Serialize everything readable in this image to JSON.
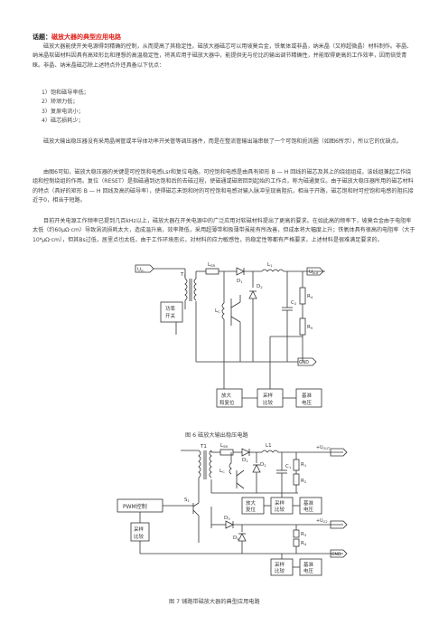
{
  "title": {
    "prefix": "话题：",
    "main": "磁放大器的典型应用电路"
  },
  "intro": [
    "磁放大器能使开关电源得到精确的控制，从而提高了其稳定性。磁放大器磁芯可以用坡莫合金，铁氧体或非晶，纳米晶（又称超微晶）材料制作。非晶、纳米晶软磁材料因具有高矩形比和理想的高温稳定性，将其应用于磁放大器中，能提供无与伦比的输出调节精确性，并能取得更高的工作效率，因而倍受青睐。非晶、纳米晶磁芯除上述特点外还具备以下优点："
  ],
  "advantages": [
    "1）饱和磁导率低；",
    "2）矫顽力低；",
    "3）复原电流小；",
    "4）磁芯损耗少；"
  ],
  "para2": "磁放大输出稳压器没有采用晶闸管或半导体功率开关管等调压器件，而是在整流管输出端串联了一个可饱和扼流圈（如图6所示），所以它的优缺点。",
  "para3": "由图6可知，磁放大稳压器的关键是可控饱和电感Lsr和复位电路。可控饱和电感是由具有矩形 B — H 回线的磁芯及其上的绕组组成，该线组兼起工作绕组和控制绕组的作用。复位（RESET）是指磁通到达饱和后的去磁过程，使磁通或磁密回到起始的工作点，称为磁通复位。由于磁放大稳压器所用的磁芯材料的特点（具好的矩形 B — H 回线及高的磁导率），使得磁芯未饱和时的可控饱和电感对输入脉冲呈现高阻抗，相当于开路，磁芯饱和时可控饱和电感的阻抗接近于0，相当于短路。",
  "para4": "目前开关电源工作频率已提到几百kHz以上，磁放大器在开关电源中的广泛应用对软磁材料提出了更高的要求。在如此高的频率下，坡莫合金由于电阻率太低（约60μΩ·cm）导致涡流损耗太大，造成温升高，效率降低，采用超薄带和极薄带虽能有所改善，但成本将大幅度上升；铁氧体具有很高的电阻率（大于10⁶μΩ·cm），但其Bs过低，居里点也太低，由于工作环境恶劣，对材料的应力敏感性，热稳定性等都有严格要求，上述材料是很难满足要求的。",
  "fig6": {
    "caption": "图 6  磁放大输出稳压电路",
    "labels": {
      "uin": "U",
      "uin_sub": "in",
      "uout": "U",
      "uout_sub": "out",
      "t1": "T",
      "t1_sub": "1",
      "lsr": "L",
      "lsr_sub": "SR",
      "l1": "L",
      "l1_sub": "1",
      "d1": "D",
      "d1_sub": "1",
      "d2": "D",
      "d2_sub": "2",
      "c2": "C",
      "c2_sub": "2",
      "r4": "R",
      "r4_sub": "4",
      "r5": "R",
      "r5_sub": "5",
      "lc": "L",
      "lc_sub": "C",
      "switch1": "功率",
      "switch2": "开关",
      "amp1": "放大",
      "amp2": "和复位",
      "cmp1": "采样",
      "cmp2": "比较",
      "ref1": "基准",
      "ref2": "电压",
      "gnd": "GND"
    }
  },
  "fig7": {
    "caption": "图 7  铺路带磁放大器的典型应用电路",
    "labels": {
      "t1": "T1",
      "s1": "S",
      "s1_sub": "1",
      "pwm": "PWM控制",
      "cmp1a": "采样",
      "cmp1b": "比较",
      "lsr": "L",
      "lsr_sub": "SR",
      "l1": "L1",
      "d1": "D",
      "d1_sub": "1",
      "d2": "D",
      "d2_sub": "2",
      "d3": "D",
      "d3_sub": "3",
      "d4": "D",
      "d4_sub": "4",
      "c1": "C",
      "c1_sub": "1",
      "r1": "R",
      "r1_sub": "1",
      "r2": "R",
      "r2_sub": "2",
      "r3": "R",
      "r3_sub": "3",
      "r4": "R",
      "r4_sub": "4",
      "lc": "L",
      "lc_sub": "C",
      "amp1": "放大",
      "amp2": "复位",
      "cmp2a": "采样",
      "cmp2b": "比较",
      "ref1": "基准",
      "ref2": "电压",
      "cmp3a": "采样",
      "cmp3b": "比较",
      "ref3a": "基准",
      "ref3b": "电压",
      "vo1": "+U",
      "vo1_sub": "OUT",
      "vo2": "+U",
      "vo2_sub": "O2",
      "gnd": "GND"
    }
  }
}
